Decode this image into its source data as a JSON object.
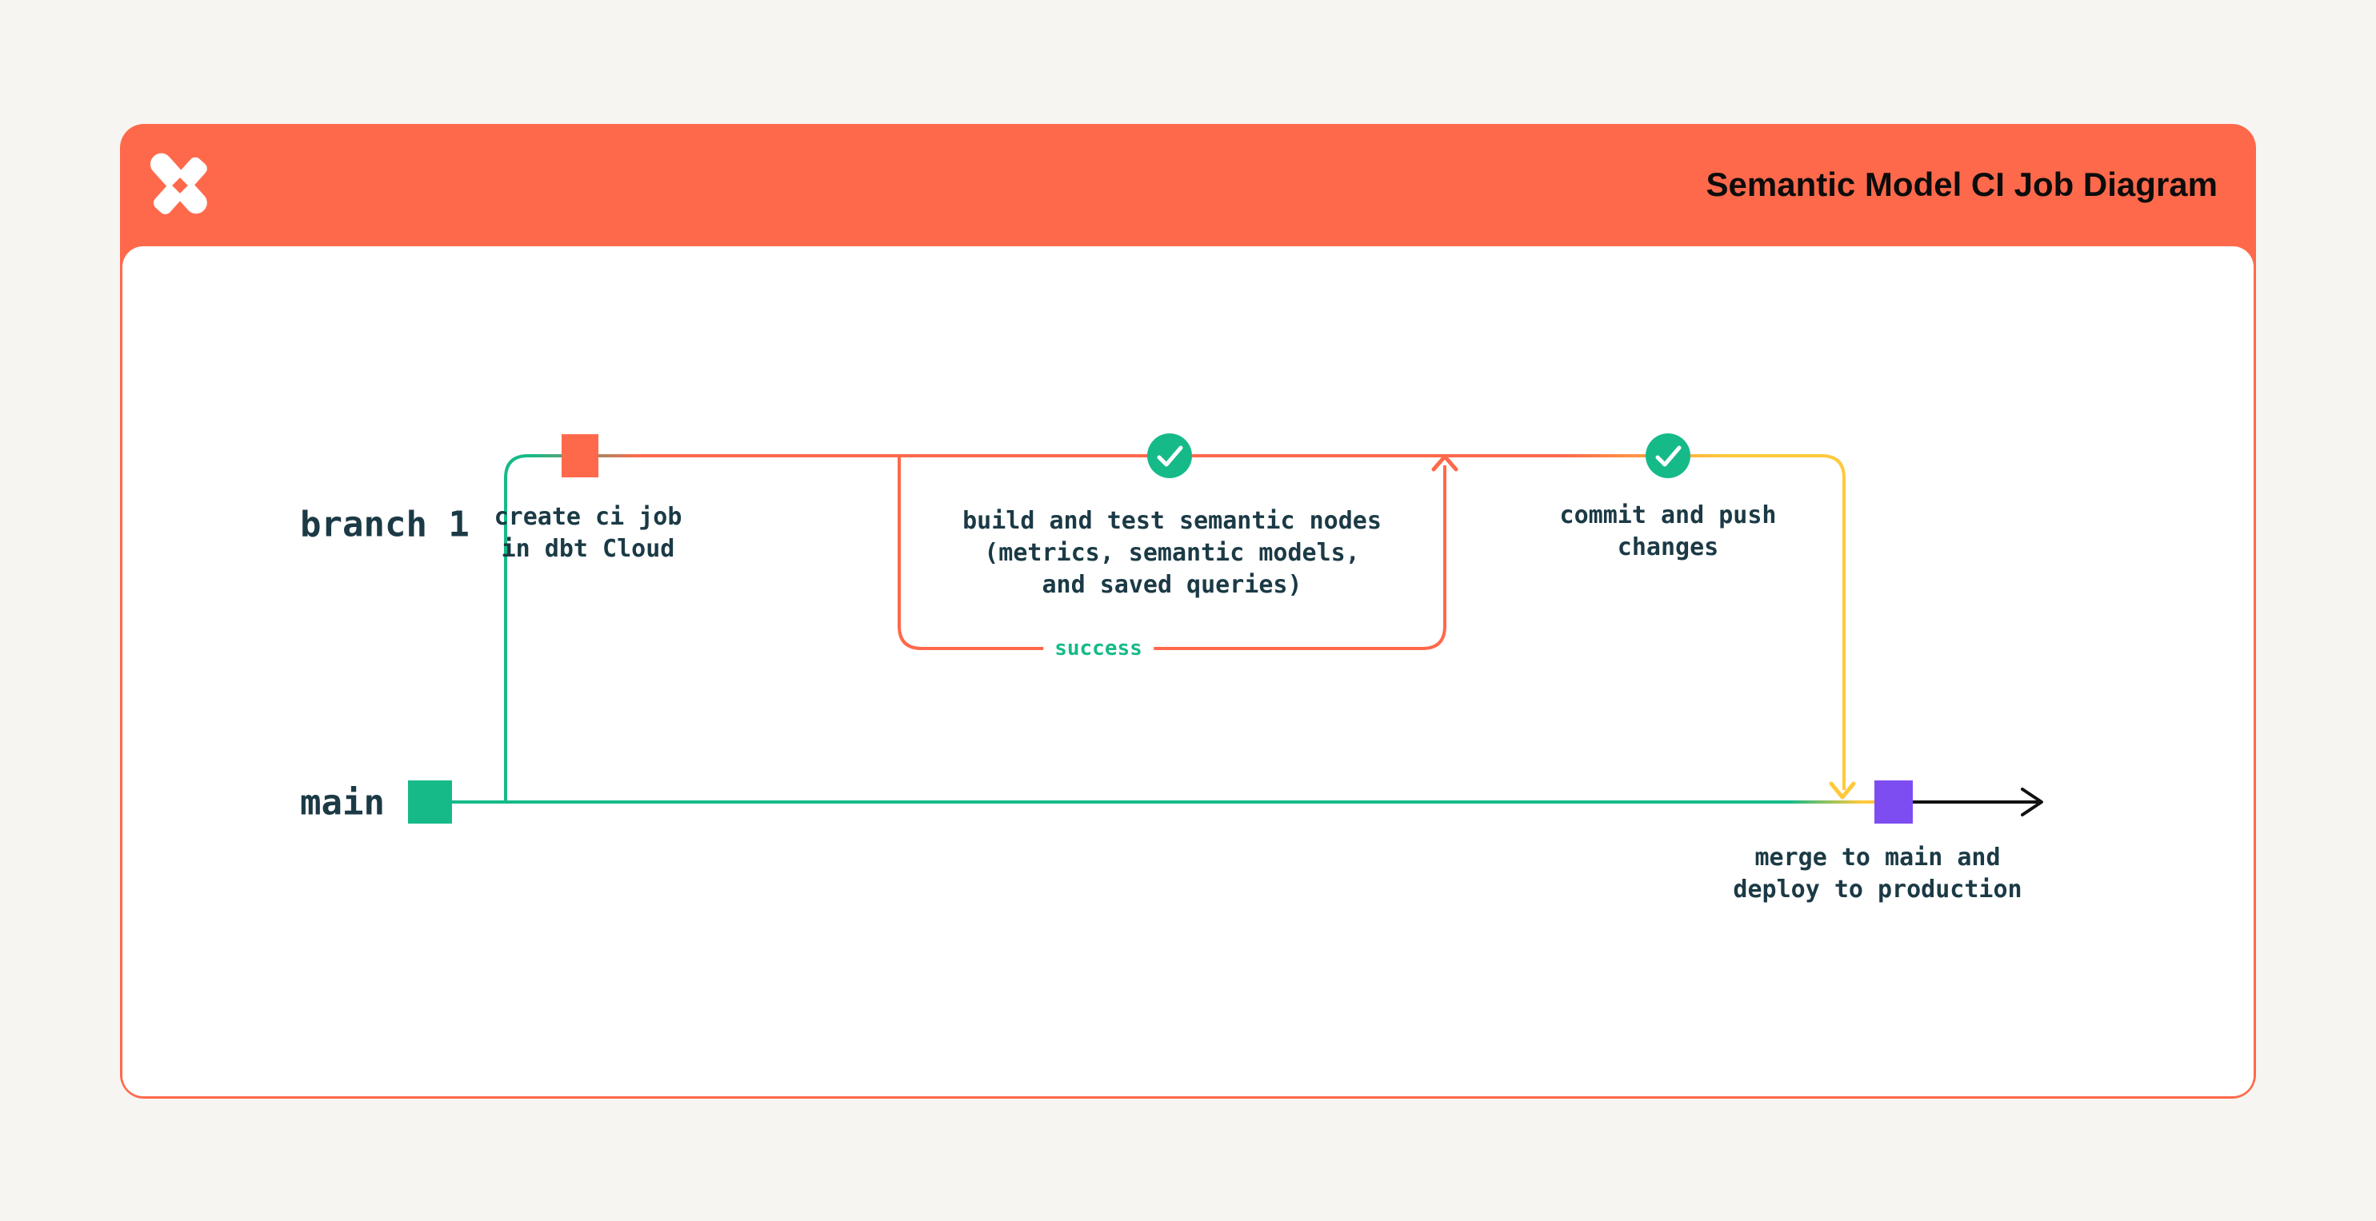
{
  "header": {
    "title": "Semantic Model CI Job Diagram"
  },
  "branches": {
    "branch1_label": "branch 1",
    "main_label": "main"
  },
  "nodes": {
    "create_ci": {
      "lines": [
        "create ci job",
        "in dbt Cloud"
      ]
    },
    "build_test": {
      "lines": [
        "build and test semantic nodes",
        "(metrics, semantic models,",
        "and saved queries)"
      ]
    },
    "commit_push": {
      "lines": [
        "commit and push",
        "changes"
      ]
    },
    "merge_deploy": {
      "lines": [
        "merge to main and",
        "deploy to production"
      ]
    },
    "success_label": "success"
  },
  "colors": {
    "coral": "#FF694B",
    "green": "#16BA88",
    "yellow": "#FFC93B",
    "purple": "#7D4DF2",
    "ink": "#1B3A45",
    "arrow_black": "#111111",
    "card_bg": "#FFFFFF",
    "page_bg": "#F7F5F2"
  }
}
